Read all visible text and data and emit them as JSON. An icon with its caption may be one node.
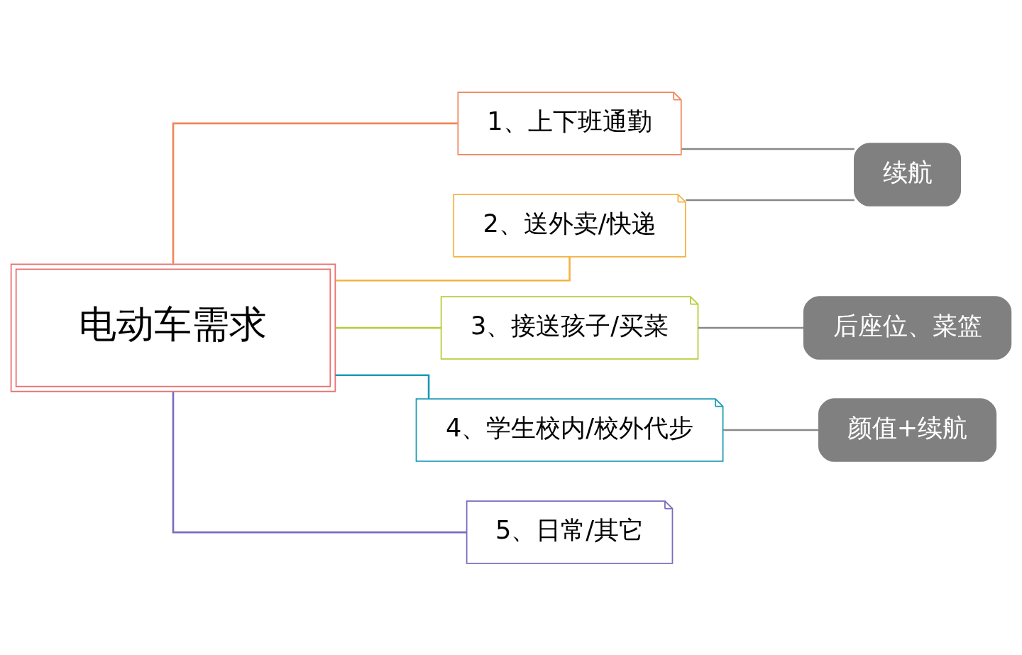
{
  "diagram": {
    "nodes": [
      {
        "text": [
          "电动车需求"
        ]
      },
      {
        "text": [
          "1、上下班通勤"
        ]
      },
      {
        "text": [
          "2、送外卖/快递"
        ]
      },
      {
        "text": [
          "3、接送孩子/买菜"
        ]
      },
      {
        "text": [
          "4、学生校内/校外代步"
        ]
      },
      {
        "text": [
          "5、日常/其它"
        ]
      },
      {
        "text": [
          "续航"
        ]
      },
      {
        "text": [
          "后座位、菜篮"
        ]
      },
      {
        "text": [
          "颜值+续航"
        ]
      }
    ],
    "edges": [
      {
        "from": 0,
        "to": 1,
        "arrow": "none",
        "color": "#f0875a"
      },
      {
        "from": 0,
        "to": 2,
        "arrow": "none",
        "color": "#f5b342"
      },
      {
        "from": 0,
        "to": 3,
        "arrow": "none",
        "color": "#b5cc3a"
      },
      {
        "from": 0,
        "to": 4,
        "arrow": "none",
        "color": "#1a9bb5"
      },
      {
        "from": 0,
        "to": 5,
        "arrow": "none",
        "color": "#7b6cc0"
      },
      {
        "from": 1,
        "to": 6,
        "arrow": "none",
        "color": "#888888"
      },
      {
        "from": 2,
        "to": 6,
        "arrow": "none",
        "color": "#888888"
      },
      {
        "from": 3,
        "to": 7,
        "arrow": "none",
        "color": "#888888"
      },
      {
        "from": 4,
        "to": 8,
        "arrow": "none",
        "color": "#888888"
      }
    ]
  }
}
